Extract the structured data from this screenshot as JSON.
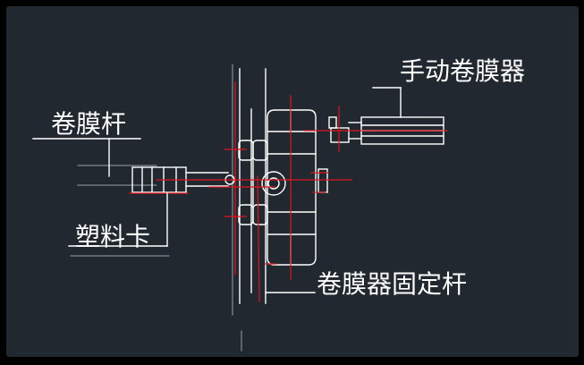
{
  "labels": {
    "manual_roller": "手动卷膜器",
    "roll_bar": "卷膜杆",
    "plastic_clip": "塑料卡",
    "roller_fixing_bar": "卷膜器固定杆"
  },
  "colors": {
    "background": "#212830",
    "outer_border": "#000000",
    "line_white": "#ffffff",
    "line_red": "#e0141e",
    "line_gray": "#b8bcc2",
    "text": "#ffffff"
  }
}
